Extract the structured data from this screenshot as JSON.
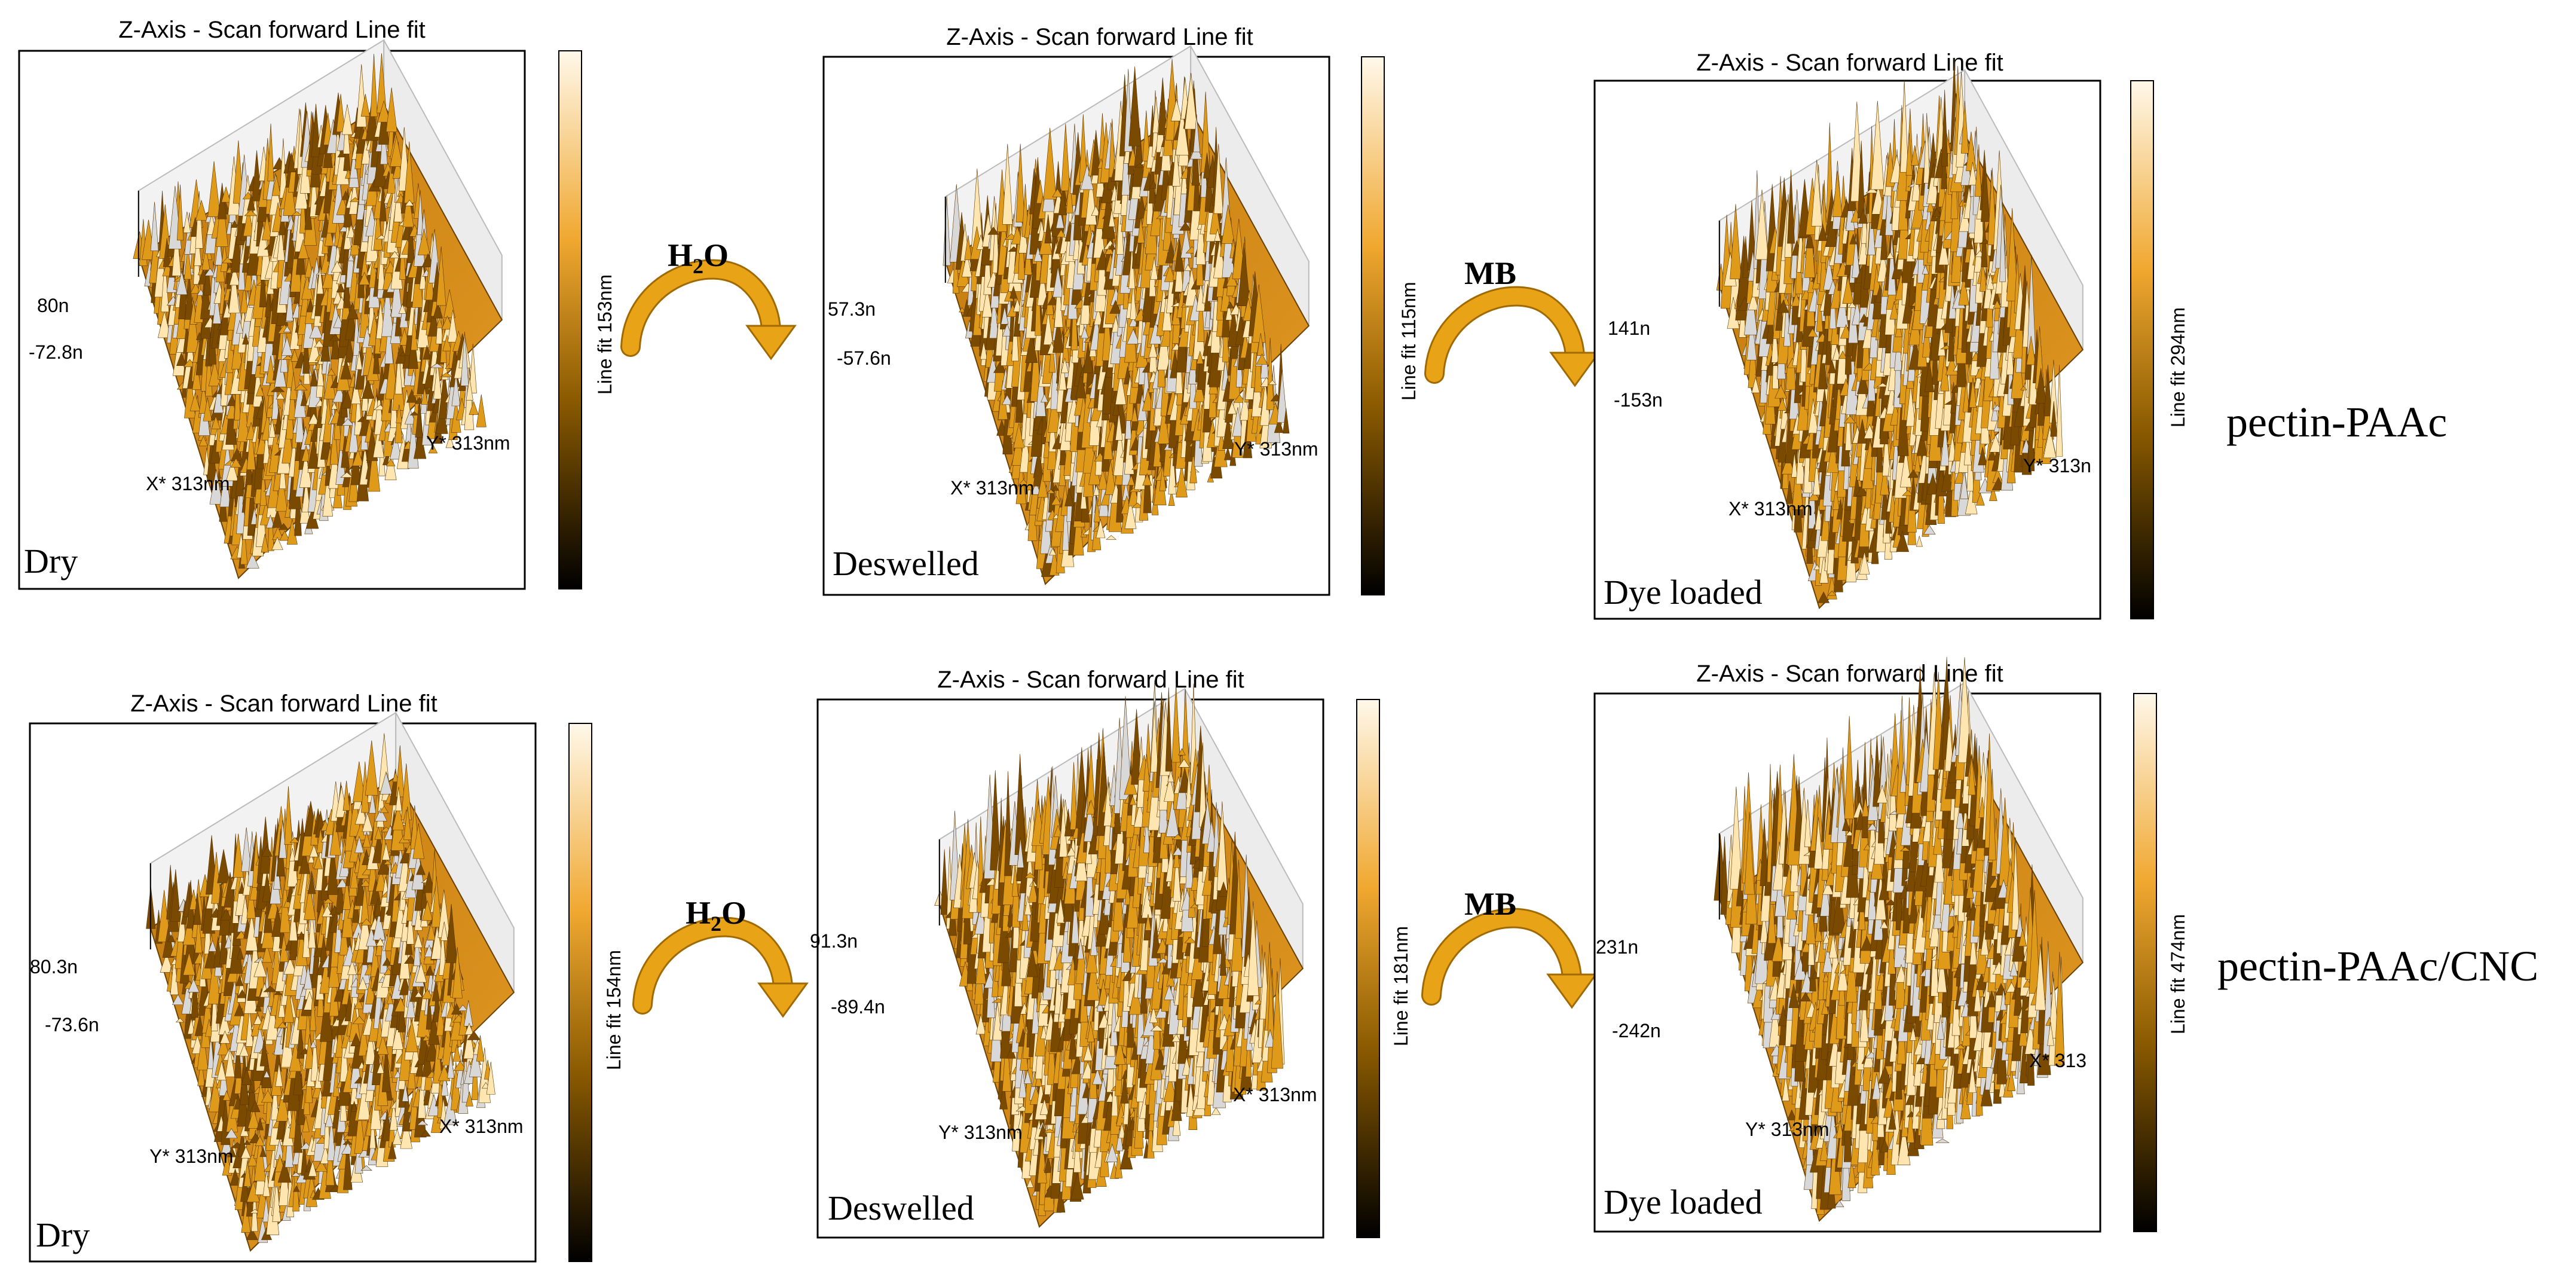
{
  "panel_title": "Z-Axis - Scan forward   Line fit",
  "rows": [
    {
      "label": "pectin-PAAc",
      "arrows": [
        {
          "label_main": "H",
          "label_sub": "2",
          "label_tail": "O"
        },
        {
          "label_main": "MB",
          "label_sub": "",
          "label_tail": ""
        }
      ],
      "panels": [
        {
          "state": "Dry",
          "z_max": "80n",
          "z_min": "-72.8n",
          "axis_left": "X* 313nm",
          "axis_right": "Y* 313nm",
          "colorbar": "Line fit 153nm",
          "roughness": 0.55
        },
        {
          "state": "Deswelled",
          "z_max": "57.3n",
          "z_min": "-57.6n",
          "axis_left": "X* 313nm",
          "axis_right": "Y* 313nm",
          "colorbar": "Line fit 115nm",
          "roughness": 0.7
        },
        {
          "state": "Dye loaded",
          "z_max": "141n",
          "z_min": "-153n",
          "axis_left": "X* 313nm",
          "axis_right": "Y* 313n",
          "colorbar": "Line fit 294nm",
          "roughness": 0.85
        }
      ]
    },
    {
      "label": "pectin-PAAc/CNC",
      "arrows": [
        {
          "label_main": "H",
          "label_sub": "2",
          "label_tail": "O"
        },
        {
          "label_main": "MB",
          "label_sub": "",
          "label_tail": ""
        }
      ],
      "panels": [
        {
          "state": "Dry",
          "z_max": "80.3n",
          "z_min": "-73.6n",
          "axis_left": "Y* 313nm",
          "axis_right": "X* 313nm",
          "colorbar": "Line fit 154nm",
          "roughness": 0.5
        },
        {
          "state": "Deswelled",
          "z_max": "91.3n",
          "z_min": "-89.4n",
          "axis_left": "Y* 313nm",
          "axis_right": "X* 313nm",
          "colorbar": "Line fit 181nm",
          "roughness": 0.9
        },
        {
          "state": "Dye loaded",
          "z_max": "231n",
          "z_min": "-242n",
          "axis_left": "Y* 313nm",
          "axis_right": "X* 313",
          "colorbar": "Line fit 474nm",
          "roughness": 1.0
        }
      ]
    }
  ],
  "colors": {
    "surface_dark": "#7a4a00",
    "surface_mid": "#e09a1a",
    "surface_light": "#ffe6b0",
    "highlight": "#d8d8d8",
    "arrow_fill": "#e8a317",
    "arrow_stroke": "#a06a00"
  }
}
